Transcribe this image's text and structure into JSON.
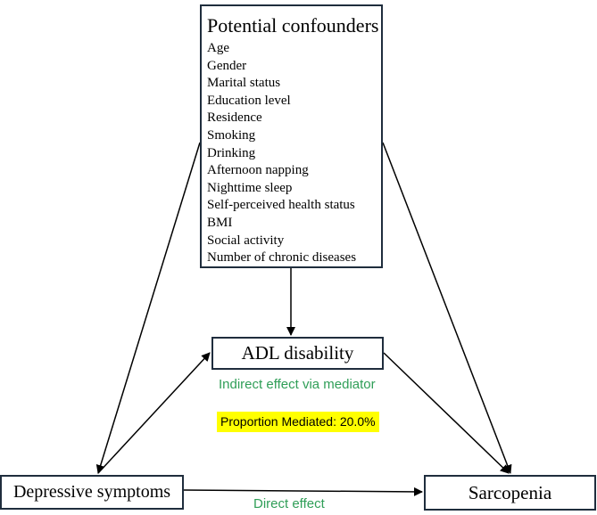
{
  "confounders": {
    "title": "Potential confounders",
    "items": [
      "Age",
      "Gender",
      "Marital  status",
      "Education level",
      "Residence",
      "Smoking",
      "Drinking",
      "Afternoon napping",
      "Nighttime  sleep",
      "Self-perceived health  status",
      "BMI",
      "Social activity",
      "Number of chronic diseases"
    ]
  },
  "nodes": {
    "mediator": "ADL disability",
    "exposure": "Depressive symptoms",
    "outcome": "Sarcopenia"
  },
  "labels": {
    "indirect": "Indirect effect via mediator",
    "direct": "Direct effect",
    "proportion": "Proportion Mediated:  20.0%"
  },
  "colors": {
    "label_green": "#2f9e57",
    "highlight": "#ffff00",
    "box_border": "#1f2d3d"
  }
}
